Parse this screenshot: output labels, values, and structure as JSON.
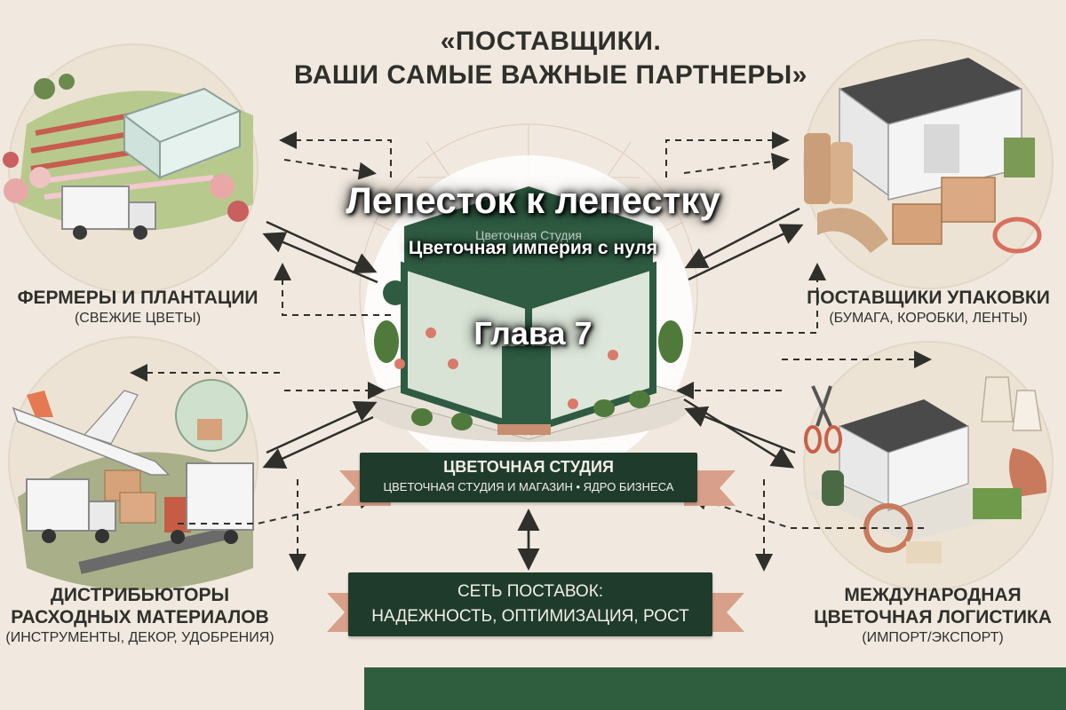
{
  "header": {
    "title_line1": "«ПОСТАВЩИКИ.",
    "title_line2": "ВАШИ САМЫЕ ВАЖНЫЕ ПАРТНЕРЫ»"
  },
  "overlay": {
    "title": "Лепесток к лепестку",
    "subtitle": "Цветочная империя с нуля",
    "chapter": "Глава 7"
  },
  "store": {
    "sign_text": "Цветочная Студия"
  },
  "nodes": {
    "farmers": {
      "title": "ФЕРМЕРЫ И ПЛАНТАЦИИ",
      "subtitle": "(СВЕЖИЕ ЦВЕТЫ)"
    },
    "packaging": {
      "title": "ПОСТАВЩИКИ УПАКОВКИ",
      "subtitle": "(БУМАГА, КОРОБКИ, ЛЕНТЫ)"
    },
    "distributors": {
      "title_line1": "ДИСТРИБЬЮТОРЫ",
      "title_line2": "РАСХОДНЫХ МАТЕРИАЛОВ",
      "subtitle": "(ИНСТРУМЕНТЫ, ДЕКОР, УДОБРЕНИЯ)"
    },
    "logistics": {
      "title_line1": "МЕЖДУНАРОДНАЯ",
      "title_line2": "ЦВЕТОЧНАЯ ЛОГИСТИКА",
      "subtitle": "(ИМПОРТ/ЭКСПОРТ)"
    }
  },
  "center_banner": {
    "title": "ЦВЕТОЧНАЯ СТУДИЯ",
    "subtitle": "ЦВЕТОЧНАЯ СТУДИЯ И МАГАЗИН • ЯДРО БИЗНЕСА"
  },
  "bottom_banner": {
    "line1": "СЕТЬ ПОСТАВОК:",
    "line2": "НАДЕЖНОСТЬ, ОПТИМИЗАЦИЯ, РОСТ"
  },
  "colors": {
    "background": "#f1e9df",
    "banner_green": "#1f3b2c",
    "ribbon_salmon": "#d8a08a",
    "accent_green": "#2f5e3f",
    "text_dark": "#2f302c"
  }
}
